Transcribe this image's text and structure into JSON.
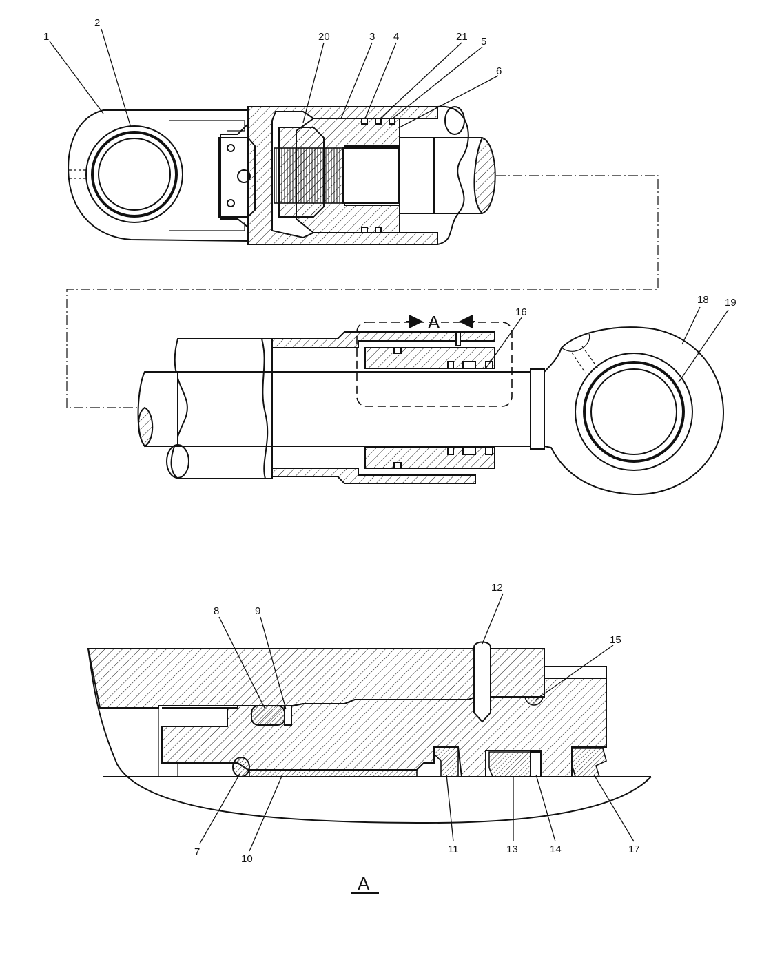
{
  "diagram": {
    "callouts_top": [
      {
        "id": "c1",
        "text": "1"
      },
      {
        "id": "c2",
        "text": "2"
      },
      {
        "id": "c20",
        "text": "20"
      },
      {
        "id": "c3",
        "text": "3"
      },
      {
        "id": "c4",
        "text": "4"
      },
      {
        "id": "c21",
        "text": "21"
      },
      {
        "id": "c5",
        "text": "5"
      },
      {
        "id": "c6",
        "text": "6"
      }
    ],
    "callouts_mid": [
      {
        "id": "c16",
        "text": "16"
      },
      {
        "id": "c18",
        "text": "18"
      },
      {
        "id": "c19",
        "text": "19"
      }
    ],
    "callouts_detail": [
      {
        "id": "c8",
        "text": "8"
      },
      {
        "id": "c9",
        "text": "9"
      },
      {
        "id": "c12",
        "text": "12"
      },
      {
        "id": "c15",
        "text": "15"
      },
      {
        "id": "c7",
        "text": "7"
      },
      {
        "id": "c10",
        "text": "10"
      },
      {
        "id": "c11",
        "text": "11"
      },
      {
        "id": "c13",
        "text": "13"
      },
      {
        "id": "c14",
        "text": "14"
      },
      {
        "id": "c17",
        "text": "17"
      }
    ],
    "detail_marker": "A",
    "detail_title": "A"
  }
}
